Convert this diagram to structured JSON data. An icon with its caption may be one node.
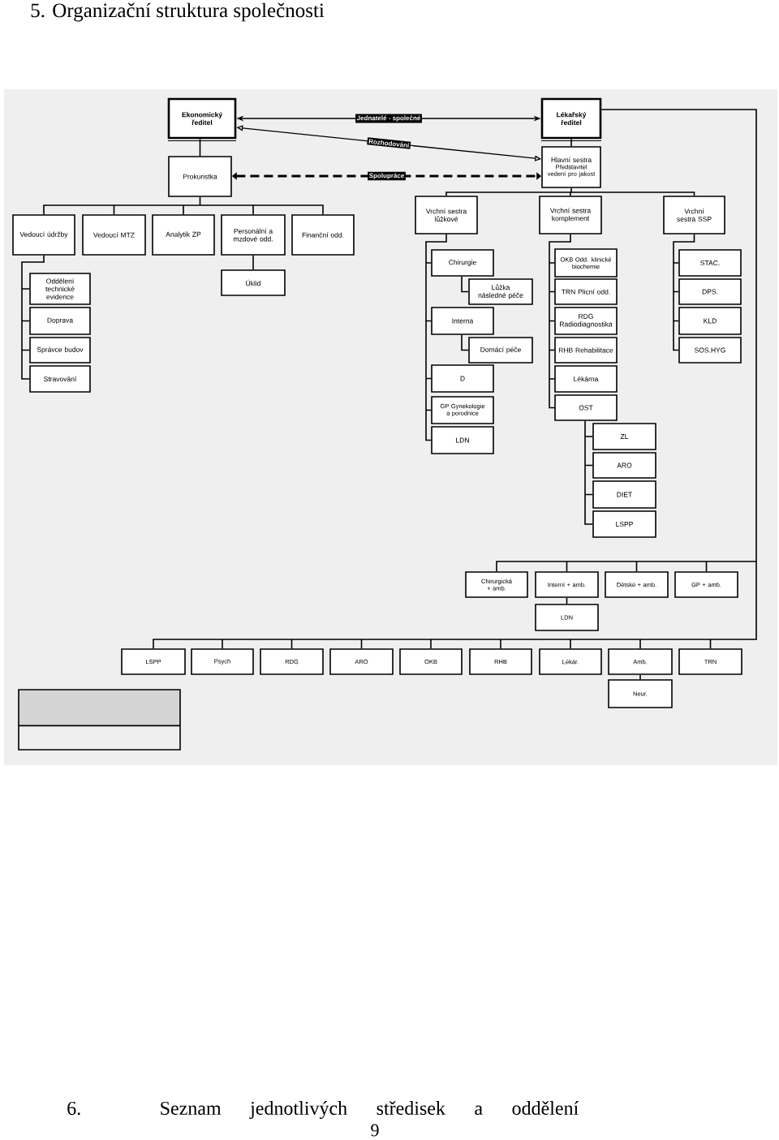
{
  "diagram": {
    "title": "5. Organizační struktura společnosti",
    "nodes": [
      {
        "text": [
          "Ekonomický ředitel"
        ]
      },
      {
        "text": [
          "Lékařský ředitel"
        ]
      },
      {
        "text": [
          "Prokuristka"
        ]
      },
      {
        "text": [
          "Hlavní sestra",
          "Představitel vedení pro jakost"
        ]
      },
      {
        "text": [
          "Vedoucí údržby"
        ]
      },
      {
        "text": [
          "Vedoucí MTZ"
        ]
      },
      {
        "text": [
          "Analytik ZP"
        ]
      },
      {
        "text": [
          "Personální a mzdové odd."
        ]
      },
      {
        "text": [
          "Finanční odd."
        ]
      },
      {
        "text": [
          "Vrchní sestra lůžkové"
        ]
      },
      {
        "text": [
          "Vrchní sestra komplement"
        ]
      },
      {
        "text": [
          "Vrchní sestra SSP"
        ]
      },
      {
        "text": [
          "Oddělení technické evidence"
        ]
      },
      {
        "text": [
          "Doprava"
        ]
      },
      {
        "text": [
          "Správce budov"
        ]
      },
      {
        "text": [
          "Stravování"
        ]
      },
      {
        "text": [
          "Úklid"
        ]
      },
      {
        "text": [
          "Chirurgie"
        ]
      },
      {
        "text": [
          "Lůžka následné péče"
        ]
      },
      {
        "text": [
          "Interna"
        ]
      },
      {
        "text": [
          "Domácí péče"
        ]
      },
      {
        "text": [
          "D"
        ]
      },
      {
        "text": [
          "GP Gynekologie a porodnice"
        ]
      },
      {
        "text": [
          "LDN"
        ]
      },
      {
        "text": [
          "OKB Odd. klinické biochemie"
        ]
      },
      {
        "text": [
          "TRN Plicní odd."
        ]
      },
      {
        "text": [
          "RDG Radiodiagnostika"
        ]
      },
      {
        "text": [
          "RHB Rehabilitace"
        ]
      },
      {
        "text": [
          "Lékárna"
        ]
      },
      {
        "text": [
          "OST"
        ]
      },
      {
        "text": [
          "ZL"
        ]
      },
      {
        "text": [
          "ARO"
        ]
      },
      {
        "text": [
          "DIET"
        ]
      },
      {
        "text": [
          "LSPP"
        ]
      },
      {
        "text": [
          "STAC."
        ]
      },
      {
        "text": [
          "DPS."
        ]
      },
      {
        "text": [
          "KLD"
        ]
      },
      {
        "text": [
          "SOS.HYG"
        ]
      },
      {
        "text": [
          "Chirurgická + amb."
        ]
      },
      {
        "text": [
          "Interní + amb."
        ]
      },
      {
        "text": [
          "Dětské + amb."
        ]
      },
      {
        "text": [
          "GP + amb."
        ]
      },
      {
        "text": [
          "LDN"
        ]
      },
      {
        "text": [
          "LSPP"
        ]
      },
      {
        "text": [
          "Psych"
        ]
      },
      {
        "text": [
          "RDG"
        ]
      },
      {
        "text": [
          "ARO"
        ]
      },
      {
        "text": [
          "OKB"
        ]
      },
      {
        "text": [
          "RHB"
        ]
      },
      {
        "text": [
          "Lékár."
        ]
      },
      {
        "text": [
          "Amb."
        ]
      },
      {
        "text": [
          "TRN"
        ]
      },
      {
        "text": [
          "Neur."
        ]
      },
      {
        "text": [],
        "shape": "box"
      }
    ],
    "edges": [
      {
        "from": 0,
        "to": 1,
        "arrow": "both",
        "label": "Jednatelé - společné"
      },
      {
        "from": 0,
        "to": 3,
        "arrow": "both",
        "label": "Rozhodování"
      },
      {
        "from": 2,
        "to": 3,
        "arrow": "both",
        "label": "Spolupráce",
        "style": "dashed"
      },
      {
        "from": 0,
        "to": 2,
        "arrow": "none"
      },
      {
        "from": 1,
        "to": 3,
        "arrow": "none"
      },
      {
        "from": 2,
        "to": 4,
        "arrow": "none"
      },
      {
        "from": 2,
        "to": 5,
        "arrow": "none"
      },
      {
        "from": 2,
        "to": 6,
        "arrow": "none"
      },
      {
        "from": 2,
        "to": 7,
        "arrow": "none"
      },
      {
        "from": 2,
        "to": 8,
        "arrow": "none"
      },
      {
        "from": 3,
        "to": 9,
        "arrow": "none"
      },
      {
        "from": 3,
        "to": 10,
        "arrow": "none"
      },
      {
        "from": 3,
        "to": 11,
        "arrow": "none"
      },
      {
        "from": 4,
        "to": 12,
        "arrow": "none"
      },
      {
        "from": 4,
        "to": 13,
        "arrow": "none"
      },
      {
        "from": 4,
        "to": 14,
        "arrow": "none"
      },
      {
        "from": 4,
        "to": 15,
        "arrow": "none"
      },
      {
        "from": 7,
        "to": 16,
        "arrow": "none"
      },
      {
        "from": 9,
        "to": 17,
        "arrow": "none"
      },
      {
        "from": 17,
        "to": 18,
        "arrow": "none"
      },
      {
        "from": 9,
        "to": 19,
        "arrow": "none"
      },
      {
        "from": 19,
        "to": 20,
        "arrow": "none"
      },
      {
        "from": 9,
        "to": 21,
        "arrow": "none"
      },
      {
        "from": 9,
        "to": 22,
        "arrow": "none"
      },
      {
        "from": 9,
        "to": 23,
        "arrow": "none"
      },
      {
        "from": 10,
        "to": 24,
        "arrow": "none"
      },
      {
        "from": 10,
        "to": 25,
        "arrow": "none"
      },
      {
        "from": 10,
        "to": 26,
        "arrow": "none"
      },
      {
        "from": 10,
        "to": 27,
        "arrow": "none"
      },
      {
        "from": 10,
        "to": 28,
        "arrow": "none"
      },
      {
        "from": 10,
        "to": 29,
        "arrow": "none"
      },
      {
        "from": 29,
        "to": 30,
        "arrow": "none"
      },
      {
        "from": 29,
        "to": 31,
        "arrow": "none"
      },
      {
        "from": 29,
        "to": 32,
        "arrow": "none"
      },
      {
        "from": 29,
        "to": 33,
        "arrow": "none"
      },
      {
        "from": 11,
        "to": 34,
        "arrow": "none"
      },
      {
        "from": 11,
        "to": 35,
        "arrow": "none"
      },
      {
        "from": 11,
        "to": 36,
        "arrow": "none"
      },
      {
        "from": 11,
        "to": 37,
        "arrow": "none"
      },
      {
        "from": 1,
        "to": 38,
        "arrow": "none"
      },
      {
        "from": 1,
        "to": 39,
        "arrow": "none"
      },
      {
        "from": 1,
        "to": 40,
        "arrow": "none"
      },
      {
        "from": 1,
        "to": 41,
        "arrow": "none"
      },
      {
        "from": 39,
        "to": 42,
        "arrow": "none"
      },
      {
        "from": 1,
        "to": 43,
        "arrow": "none"
      },
      {
        "from": 1,
        "to": 44,
        "arrow": "none"
      },
      {
        "from": 1,
        "to": 45,
        "arrow": "none"
      },
      {
        "from": 1,
        "to": 46,
        "arrow": "none"
      },
      {
        "from": 1,
        "to": 47,
        "arrow": "none"
      },
      {
        "from": 1,
        "to": 48,
        "arrow": "none"
      },
      {
        "from": 1,
        "to": 49,
        "arrow": "none"
      },
      {
        "from": 1,
        "to": 50,
        "arrow": "none"
      },
      {
        "from": 1,
        "to": 51,
        "arrow": "none"
      },
      {
        "from": 50,
        "to": 52,
        "arrow": "none"
      }
    ],
    "labels": [
      "6. Seznam jednotlivých středisek a oddělení",
      "9"
    ]
  }
}
